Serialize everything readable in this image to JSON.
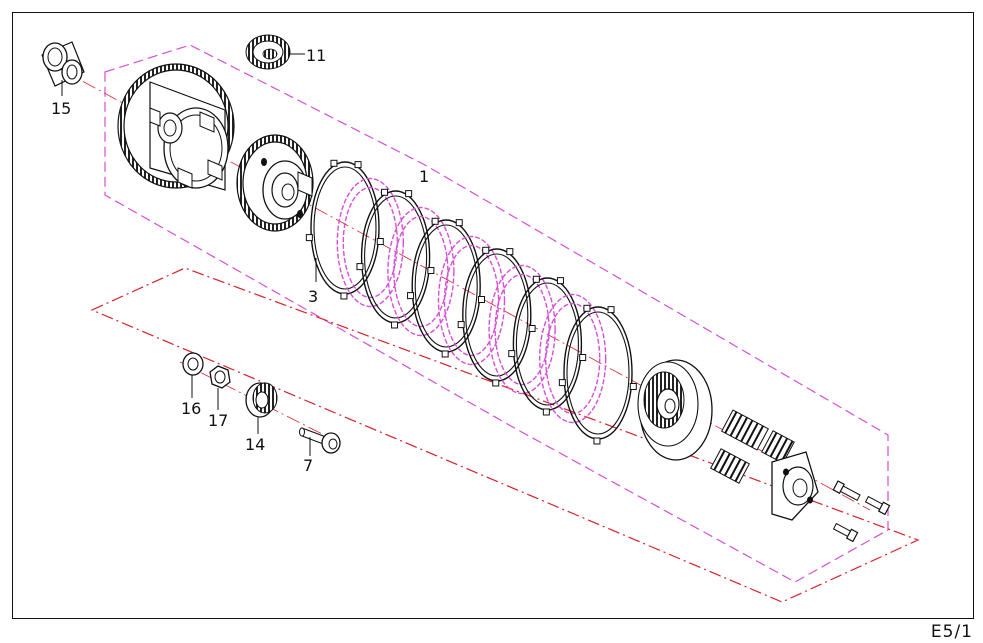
{
  "page_code": "E5/1",
  "colors": {
    "line": "#111111",
    "magenta": "#d64fd6",
    "red": "#d8202a"
  },
  "parts": [
    {
      "number": "1",
      "part": "clutch-assembly"
    },
    {
      "number": "3",
      "part": "friction-plate"
    },
    {
      "number": "7",
      "part": "push-rod"
    },
    {
      "number": "11",
      "part": "primary-drive-gear"
    },
    {
      "number": "14",
      "part": "bearing"
    },
    {
      "number": "15",
      "part": "bushing"
    },
    {
      "number": "16",
      "part": "washer"
    },
    {
      "number": "17",
      "part": "nut"
    }
  ]
}
